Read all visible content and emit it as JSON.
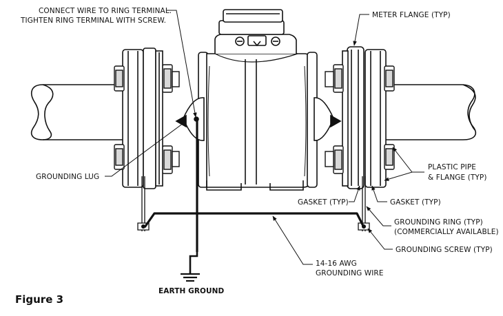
{
  "figure": {
    "caption": "Figure 3"
  },
  "labels": {
    "connect_line1": "CONNECT WIRE TO RING TERMINAL.",
    "connect_line2": "TIGHTEN RING TERMINAL WITH SCREW.",
    "meter_flange": "METER FLANGE (TYP)",
    "grounding_lug": "GROUNDING LUG",
    "plastic_pipe_line1": "PLASTIC PIPE",
    "plastic_pipe_line2": "& FLANGE (TYP)",
    "gasket_left": "GASKET (TYP)",
    "gasket_right": "GASKET (TYP)",
    "grounding_ring_line1": "GROUNDING RING (TYP)",
    "grounding_ring_line2": "(COMMERCIALLY AVAILABLE)",
    "grounding_screw": "GROUNDING SCREW (TYP)",
    "wire_line1": "14-16 AWG",
    "wire_line2": "GROUNDING WIRE",
    "earth_ground": "EARTH GROUND"
  },
  "colors": {
    "line": "#111111",
    "fill": "#ffffff",
    "shade": "#d9d9d9"
  }
}
